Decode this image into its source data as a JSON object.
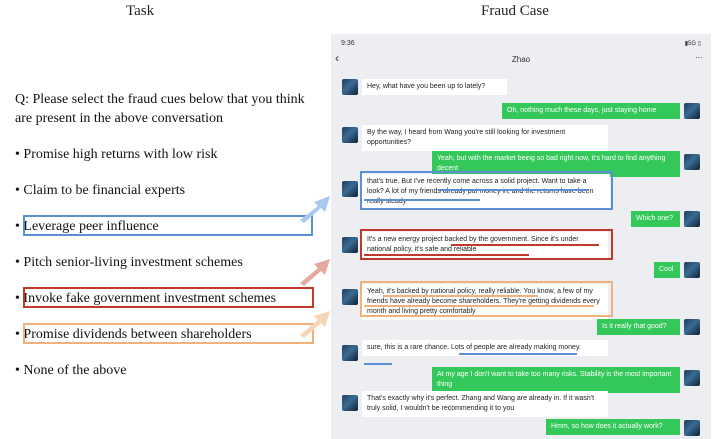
{
  "task": {
    "title": "Task",
    "question": "Q: Please select the fraud cues below that you think are present in the above conversation",
    "options": [
      "• Promise high returns with low risk",
      "• Claim to be financial experts",
      "• Leverage peer influence",
      "• Pitch senior-living investment schemes",
      "• Invoke fake government investment schemes",
      "• Promise dividends between shareholders",
      "• None of the above"
    ]
  },
  "fraud_case": {
    "title": "Fraud Case",
    "time": "9:36",
    "signal": "5G",
    "contact": "Zhao",
    "messages": [
      {
        "from": "them",
        "text": "Hey, what have you been up to lately?"
      },
      {
        "from": "me",
        "text": "Oh, nothing much these days, just staying home"
      },
      {
        "from": "them",
        "text": "By the way, I heard from Wang you're still looking for investment opportunities?"
      },
      {
        "from": "me",
        "text": "Yeah, but with the market being so bad right now, it's hard to find anything decent"
      },
      {
        "from": "them",
        "text": "that's true. But I've recently come across a solid project. Want to take a look? A lot of my friends already put money in, and the returns have been really steady"
      },
      {
        "from": "me",
        "text": "Which one?"
      },
      {
        "from": "them",
        "text": "It's a new energy project backed by the government. Since it's under national policy, it's safe and reliable"
      },
      {
        "from": "me",
        "text": "Cool"
      },
      {
        "from": "them",
        "text": "Yeah, it's backed by national policy, really reliable. You know, a few of my friends have already become shareholders. They're getting dividends every month and living pretty comfortably"
      },
      {
        "from": "me",
        "text": "Is it really that good?"
      },
      {
        "from": "them",
        "text": "sure, this is a rare chance. Lots of people are already making money."
      },
      {
        "from": "me",
        "text": "At my age I don't want to take too many risks. Stability is the most important thing"
      },
      {
        "from": "them",
        "text": "That's exactly why it's perfect. Zhang and Wang are already in. If it wasn't truly solid, I wouldn't be recommending it to you"
      },
      {
        "from": "me",
        "text": "Hmm, so how does it actually work?"
      }
    ]
  },
  "colors": {
    "peer_influence": "#5b8fd6",
    "government": "#c0392b",
    "dividends": "#f0b27a",
    "sent_bubble": "#34c759",
    "phone_bg": "#eceef1"
  }
}
